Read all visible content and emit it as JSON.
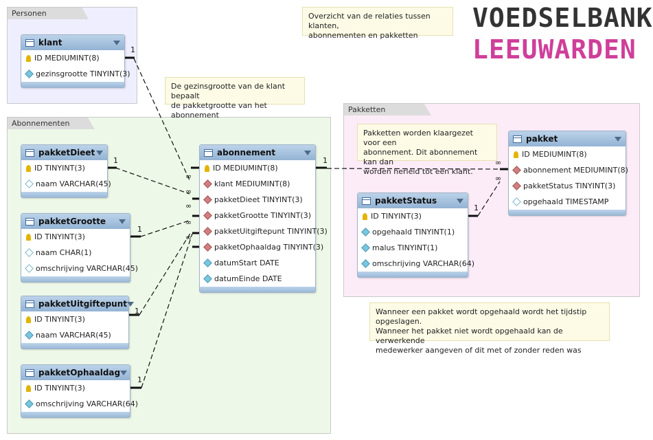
{
  "layers": {
    "personen": "Personen",
    "abonnementen": "Abonnementen",
    "pakketten": "Pakketten"
  },
  "notes": {
    "overview": "Overzicht van de relaties tussen klanten,\nabonnementen en pakketten",
    "gezinsgrootte": "De gezinsgrootte van de klant bepaalt\nde pakketgrootte van het abonnement",
    "pakketten": "Pakketten worden klaargezet voor een\nabonnement. Dit abonnement kan dan\nworden herleid tot een klant.",
    "opgehaald": "Wanneer een pakket wordt opgehaald wordt het tijdstip opgeslagen.\nWanneer het pakket niet wordt opgehaald kan de verwerkende\nmedewerker aangeven of dit met of zonder reden was"
  },
  "logo": {
    "line1": "VOEDSELBANK",
    "line2": "LEEUWARDEN",
    "color1": "#333333",
    "color2": "#cf3f9a"
  },
  "tables": {
    "klant": {
      "name": "klant",
      "cols": [
        {
          "icon": "key",
          "text": "ID MEDIUMINT(8)"
        },
        {
          "icon": "attr",
          "text": "gezinsgrootte TINYINT(3)"
        }
      ]
    },
    "pakketDieet": {
      "name": "pakketDieet",
      "cols": [
        {
          "icon": "key",
          "text": "ID TINYINT(3)"
        },
        {
          "icon": "opt",
          "text": "naam VARCHAR(45)"
        }
      ]
    },
    "pakketGrootte": {
      "name": "pakketGrootte",
      "cols": [
        {
          "icon": "key",
          "text": "ID TINYINT(3)"
        },
        {
          "icon": "opt",
          "text": "naam CHAR(1)"
        },
        {
          "icon": "opt",
          "text": "omschrijving VARCHAR(45)"
        }
      ]
    },
    "pakketUitgiftepunt": {
      "name": "pakketUitgiftepunt",
      "cols": [
        {
          "icon": "key",
          "text": "ID TINYINT(3)"
        },
        {
          "icon": "attr",
          "text": "naam VARCHAR(45)"
        }
      ]
    },
    "pakketOphaaldag": {
      "name": "pakketOphaaldag",
      "cols": [
        {
          "icon": "key",
          "text": "ID TINYINT(3)"
        },
        {
          "icon": "attr",
          "text": "omschrijving VARCHAR(64)"
        }
      ]
    },
    "abonnement": {
      "name": "abonnement",
      "cols": [
        {
          "icon": "key",
          "text": "ID MEDIUMINT(8)"
        },
        {
          "icon": "fk",
          "text": "klant MEDIUMINT(8)"
        },
        {
          "icon": "fk",
          "text": "pakketDieet TINYINT(3)"
        },
        {
          "icon": "fk",
          "text": "pakketGrootte TINYINT(3)"
        },
        {
          "icon": "fk",
          "text": "pakketUitgiftepunt TINYINT(3)"
        },
        {
          "icon": "fk",
          "text": "pakketOphaaldag TINYINT(3)"
        },
        {
          "icon": "attr",
          "text": "datumStart DATE"
        },
        {
          "icon": "attr",
          "text": "datumEinde DATE"
        }
      ]
    },
    "pakketStatus": {
      "name": "pakketStatus",
      "cols": [
        {
          "icon": "key",
          "text": "ID TINYINT(3)"
        },
        {
          "icon": "attr",
          "text": "opgehaald TINYINT(1)"
        },
        {
          "icon": "attr",
          "text": "malus TINYINT(1)"
        },
        {
          "icon": "attr",
          "text": "omschrijving VARCHAR(64)"
        }
      ]
    },
    "pakket": {
      "name": "pakket",
      "cols": [
        {
          "icon": "key",
          "text": "ID MEDIUMINT(8)"
        },
        {
          "icon": "fk",
          "text": "abonnement MEDIUMINT(8)"
        },
        {
          "icon": "fk",
          "text": "pakketStatus TINYINT(3)"
        },
        {
          "icon": "opt",
          "text": "opgehaald TIMESTAMP"
        }
      ]
    }
  },
  "cardinality": {
    "one": "1",
    "many": "∞"
  }
}
